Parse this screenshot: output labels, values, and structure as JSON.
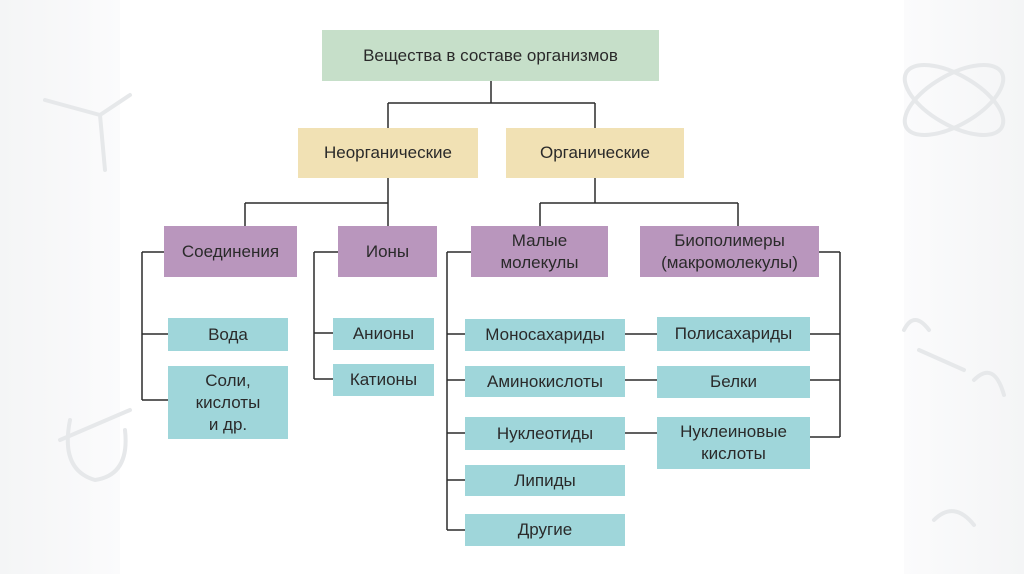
{
  "diagram": {
    "root": "Вещества в составе организмов",
    "inorganic": "Неорганические",
    "organic": "Органические",
    "compounds": "Соединения",
    "ions": "Ионы",
    "small_molecules": "Малые молекулы",
    "biopolymers": "Биополимеры (макромолекулы)",
    "water": "Вода",
    "salts": "Соли, кислоты и др.",
    "anions": "Анионы",
    "cations": "Катионы",
    "monosaccharides": "Моносахариды",
    "amino_acids": "Аминокислоты",
    "nucleotides": "Нуклеотиды",
    "lipids": "Липиды",
    "others": "Другие",
    "polysaccharides": "Полисахариды",
    "proteins": "Белки",
    "nucleic_acids": "Нуклеиновые кислоты"
  },
  "colors": {
    "root": "#c6dfc9",
    "level1": "#f1e1b4",
    "level2": "#b996bd",
    "level3": "#9fd6da",
    "lines": "#2b2b2b"
  }
}
